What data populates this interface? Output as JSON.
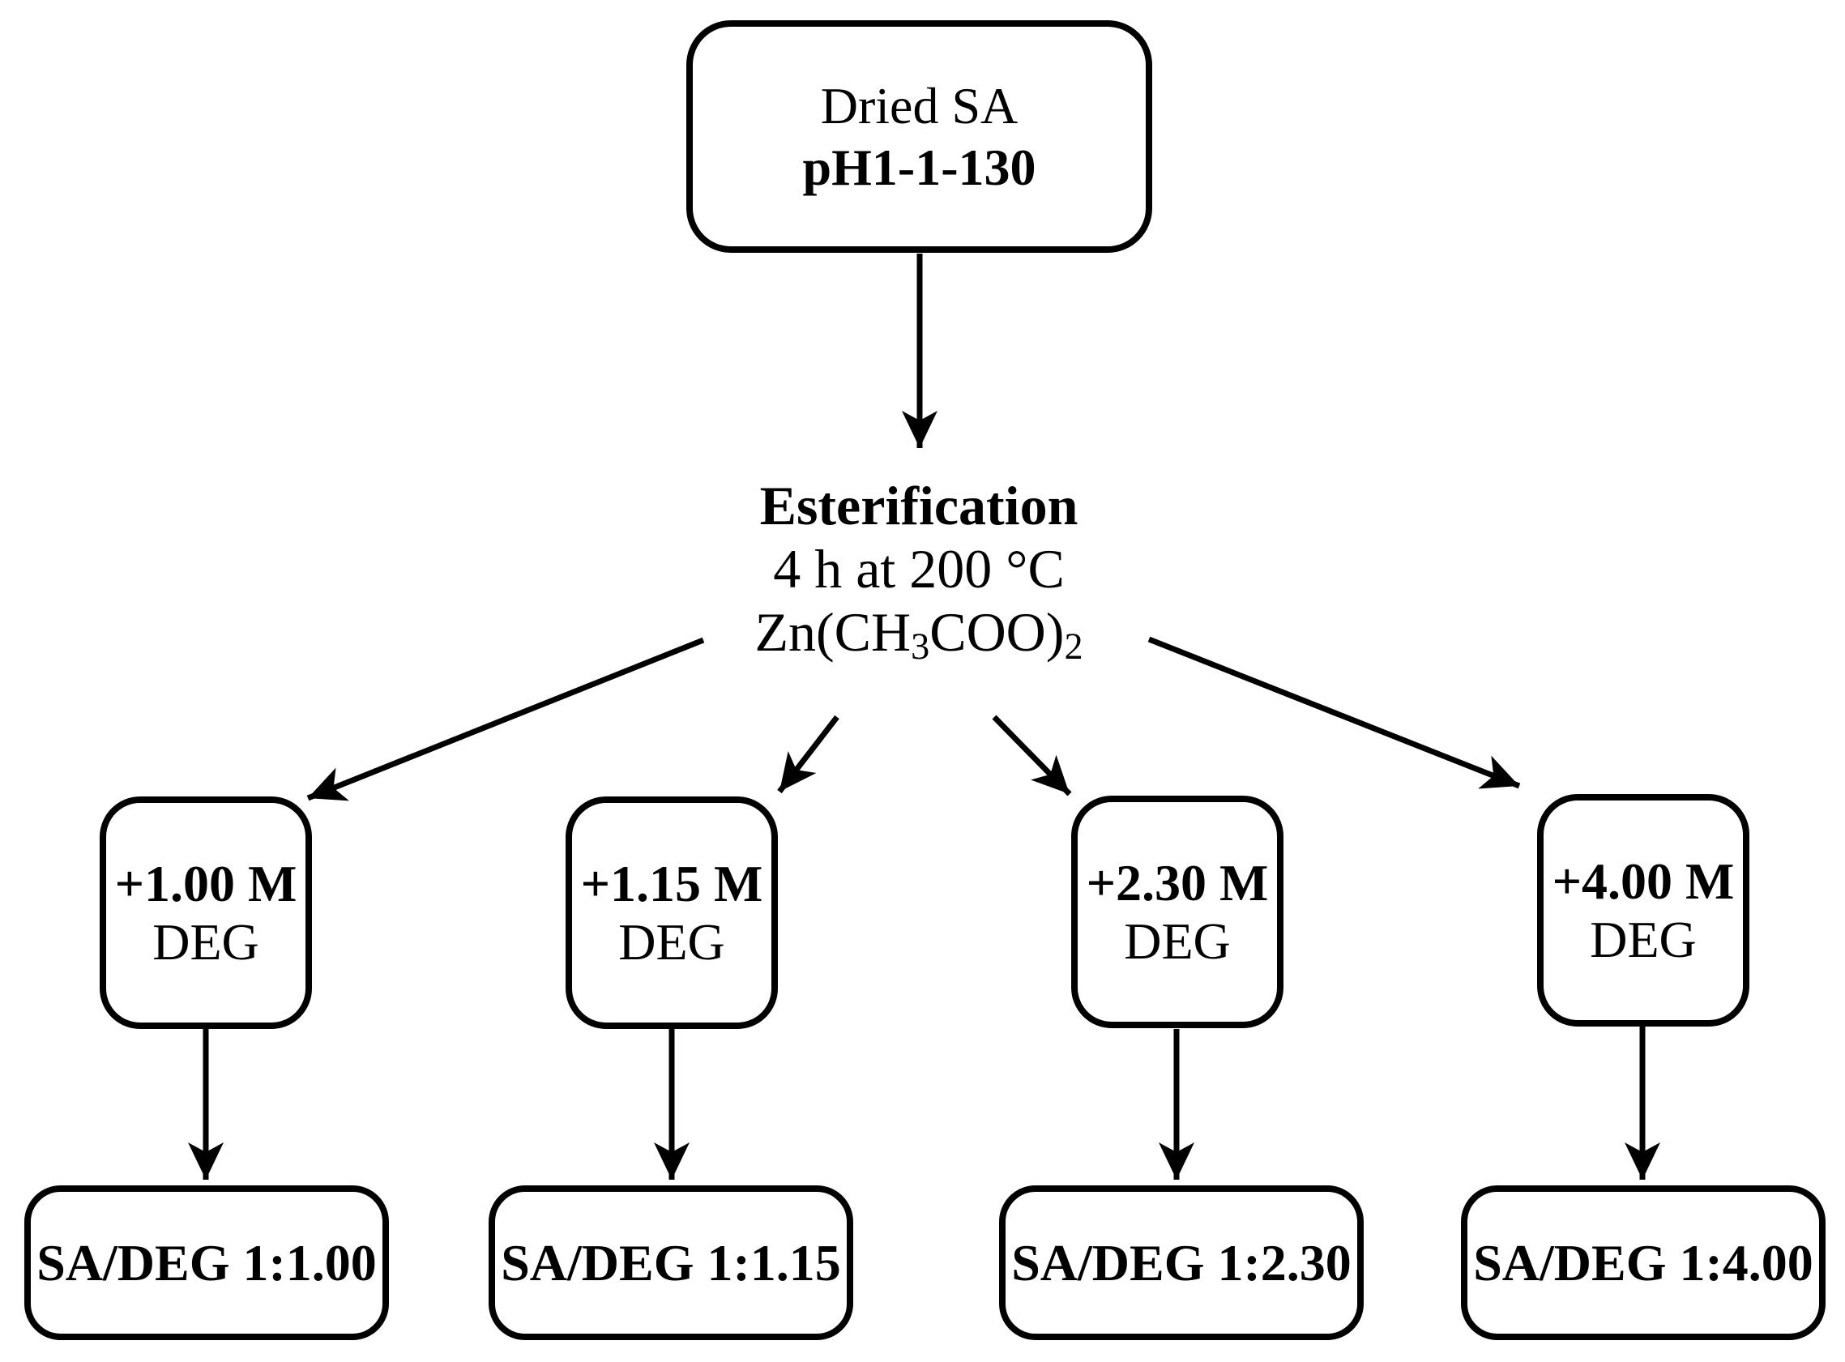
{
  "page": {
    "colors": {
      "ink": "#000000",
      "background": "#ffffff"
    }
  },
  "flowchart": {
    "root": {
      "line1": "Dried SA",
      "line2": "pH1-1-130"
    },
    "process": {
      "name": "Esterification",
      "conditions": "4 h at 200 °C",
      "catalyst": {
        "prefix": "Zn(CH",
        "sub1": "3",
        "mid": "COO)",
        "sub2": "2"
      }
    },
    "branches": [
      {
        "amount": "+1.00 M",
        "reagent": "DEG",
        "result": "SA/DEG 1:1.00"
      },
      {
        "amount": "+1.15 M",
        "reagent": "DEG",
        "result": "SA/DEG 1:1.15"
      },
      {
        "amount": "+2.30 M",
        "reagent": "DEG",
        "result": "SA/DEG 1:2.30"
      },
      {
        "amount": "+4.00 M",
        "reagent": "DEG",
        "result": "SA/DEG 1:4.00"
      }
    ],
    "edges": [
      {
        "from": "root",
        "to": "process"
      },
      {
        "from": "process",
        "to": "branch-1"
      },
      {
        "from": "process",
        "to": "branch-2"
      },
      {
        "from": "process",
        "to": "branch-3"
      },
      {
        "from": "process",
        "to": "branch-4"
      },
      {
        "from": "branch-1",
        "to": "result-1"
      },
      {
        "from": "branch-2",
        "to": "result-2"
      },
      {
        "from": "branch-3",
        "to": "result-3"
      },
      {
        "from": "branch-4",
        "to": "result-4"
      }
    ]
  }
}
